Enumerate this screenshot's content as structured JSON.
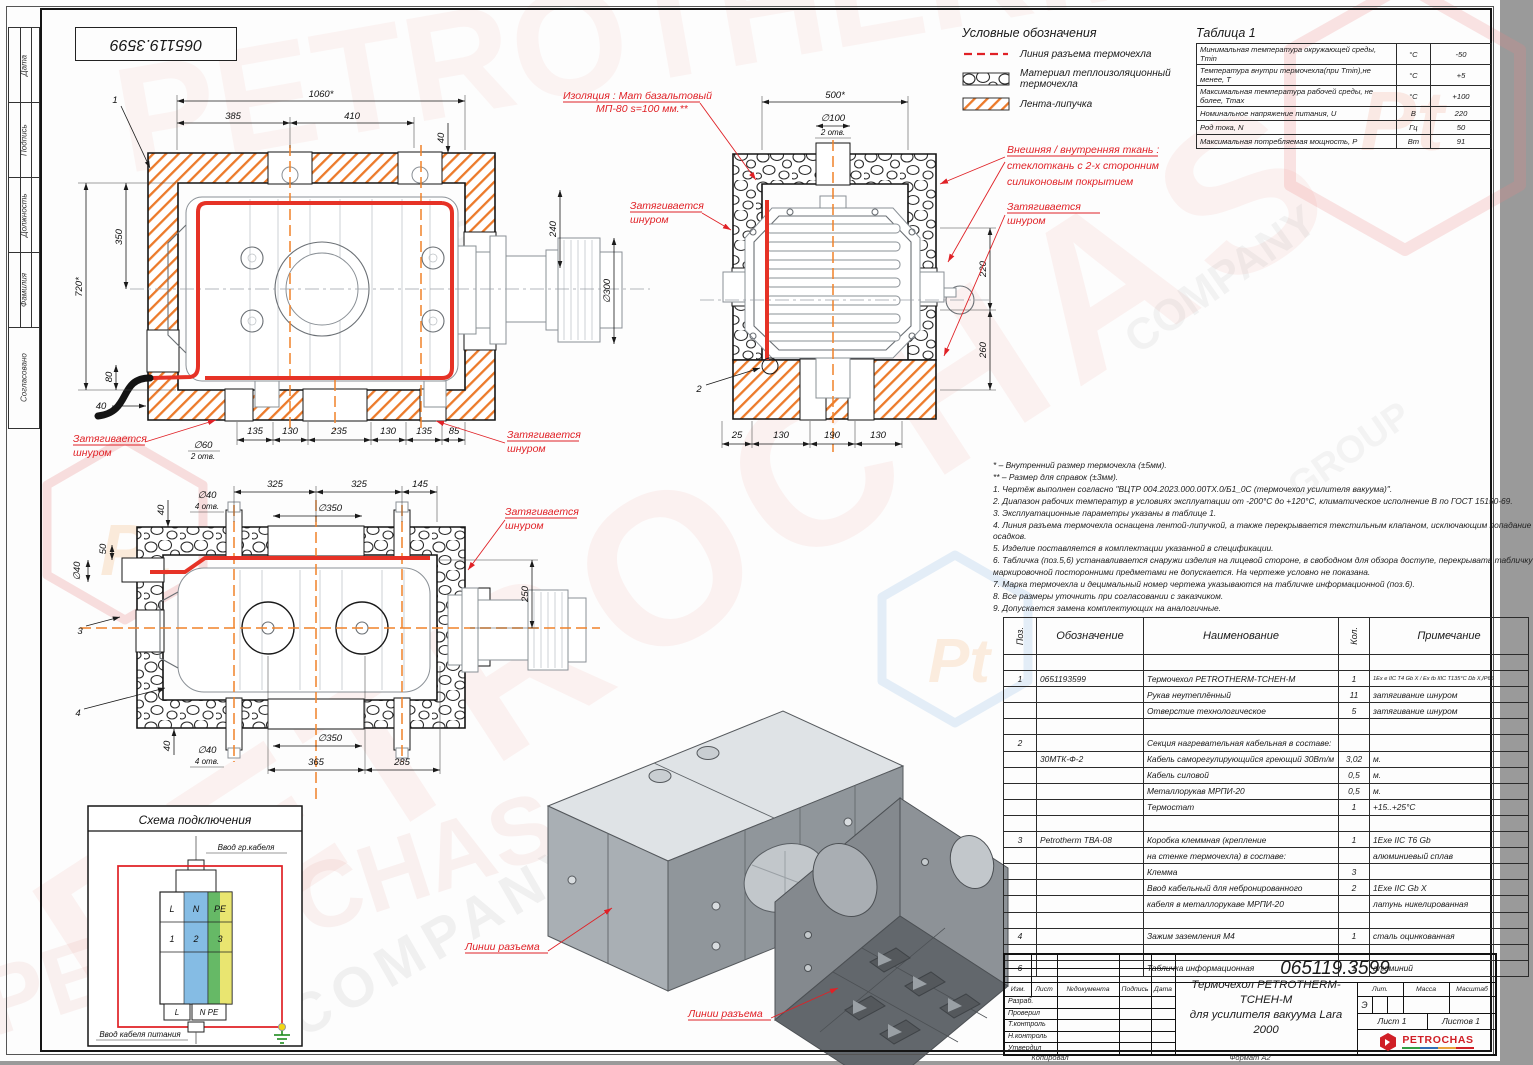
{
  "stamp": {
    "number": "065119.3599"
  },
  "margin": {
    "labels": [
      "Дата",
      "Подпись",
      "Должность",
      "Фамилия",
      "Согласовано"
    ]
  },
  "legend": {
    "title": "Условные обозначения",
    "item1": "Линия разъема термочехла",
    "item2": "Материал теплоизоляционный термочехла",
    "item3": "Лента-липучка"
  },
  "table1": {
    "title": "Таблица 1",
    "rows": [
      {
        "p": "Минимальная температура окружающей среды, Tmin",
        "u": "°С",
        "v": "-50"
      },
      {
        "p": "Температура внутри термочехла(при Tmin),не менее, Т",
        "u": "°С",
        "v": "+5"
      },
      {
        "p": "Максимальная температура рабочей среды, не более, Tmax",
        "u": "°С",
        "v": "+100"
      },
      {
        "p": "Номинальное напряжение питания, U",
        "u": "В",
        "v": "220"
      },
      {
        "p": "Род тока, N",
        "u": "Гц",
        "v": "50"
      },
      {
        "p": "Максимальная потребляемая мощность, Р",
        "u": "Вт",
        "v": "91"
      }
    ]
  },
  "notes": {
    "lines": [
      "* – Внутренний размер термочехла (±5мм).",
      "** – Размер для справок (±3мм).",
      "1. Чертёж выполнен согласно \"ВЦТР 004.2023.000.00ТХ.0/Б1_0С (термочехол усилителя вакуума)\".",
      "2. Диапазон рабочих температур в условиях эксплуатации от -200°С до +120°С, климатическое исполнение В по ГОСТ 15150-69.",
      "3. Эксплуатационные параметры указаны в таблице 1.",
      "4. Линия разъема термочехла оснащена лентой-липучкой, а также перекрывается текстильным клапаном, исключающим попадание",
      "осадков.",
      "5. Изделие поставляется в комплектации указанной в спецификации.",
      "6. Табличка (поз.5,6) устанавливается снаружи изделия на лицевой стороне, в свободном для обзора доступе, перекрывать табличку",
      "маркировочной посторонними предметами не допускается. На чертеже условно не показана.",
      "7. Марка термочехла и децимальный номер чертежа указываются на табличке информационной (поз.6).",
      "8. Все размеры уточнить при согласовании с заказчиком.",
      "9. Допускается замена комплектующих на аналогичные."
    ]
  },
  "dims": {
    "m_1060": "1060*",
    "m_385": "385",
    "m_410": "410",
    "m_40t": "40",
    "m_720": "720*",
    "m_350": "350",
    "m_80": "80",
    "m_40b": "40",
    "m_240": "240",
    "m_d300": "∅300",
    "m_d60": "∅60",
    "m_d60n": "2 отв.",
    "m_b1": "135",
    "m_b2": "130",
    "m_b3": "235",
    "m_b4": "130",
    "m_b5": "135",
    "m_b6": "85",
    "v2_500": "500*",
    "v2_d100": "∅100",
    "v2_d100n": "2 отв.",
    "v2_220": "220",
    "v2_260": "260",
    "v2_b1": "25",
    "v2_b2": "130",
    "v2_b3": "190",
    "v2_b4": "130",
    "v3_40t": "40",
    "v3_d40t": "∅40",
    "v3_4otv": "4 отв.",
    "v3_325a": "325",
    "v3_325b": "325",
    "v3_145": "145",
    "v3_d350t": "∅350",
    "v3_d40l": "∅40",
    "v3_50": "50",
    "v3_250": "250",
    "v3_d350b": "∅350",
    "v3_365": "365",
    "v3_285": "285",
    "v3_d40b": "∅40",
    "v3_4otvb": "4 отв.",
    "v3_40b": "40"
  },
  "leaders": {
    "l1": "1",
    "l2": "2",
    "l3": "3",
    "l4": "4"
  },
  "ann": {
    "iso1": "Изоляция : Мат базальтовый",
    "iso2": "МП-80 s=100 мм.**",
    "fab1": "Внешняя / внутренняя ткань :",
    "fab2": "стеклоткань с 2-х сторонним",
    "fab3": "силиконовым покрытием",
    "tie1": "Затягивается",
    "tie2": "шнуром",
    "part_line": "Линии разъема"
  },
  "schema": {
    "title": "Схема подключения",
    "in_top": "Ввод гр.кабеля",
    "in_bottom": "Ввод кабеля питания",
    "t1": "L",
    "t2": "N",
    "t3": "PE",
    "n1": "1",
    "n2": "2",
    "n3": "3",
    "b1": "L",
    "b2": "N PE"
  },
  "bom": {
    "h": {
      "pos": "Поз.",
      "des": "Обозначение",
      "name": "Наименование",
      "qty": "Кол.",
      "note": "Примечание"
    },
    "rows": [
      [
        "",
        "",
        "",
        "",
        ""
      ],
      [
        "1",
        "0651193599",
        "Термочехол PETROTHERM-TCHEH-M",
        "1",
        "1Ex e IIC T4 Gb X / Ex tb IIIC T135°C Db X,IP66"
      ],
      [
        "",
        "",
        "Рукав неутеплённый",
        "11",
        "затягивание шнуром"
      ],
      [
        "",
        "",
        "Отверстие технологическое",
        "5",
        "затягивание шнуром"
      ],
      [
        "",
        "",
        "",
        "",
        ""
      ],
      [
        "2",
        "",
        "Секция нагревательная кабельная в составе:",
        "",
        ""
      ],
      [
        "",
        "30МТК-Ф-2",
        "Кабель саморегулирующийся греющий 30Вт/м",
        "3,02",
        "м."
      ],
      [
        "",
        "",
        "Кабель силовой",
        "0,5",
        "м."
      ],
      [
        "",
        "",
        "Металлорукав МРПИ-20",
        "0,5",
        "м."
      ],
      [
        "",
        "",
        "Термостат",
        "1",
        "+15..+25°С"
      ],
      [
        "",
        "",
        "",
        "",
        ""
      ],
      [
        "3",
        "Petrotherm ТВА-08",
        "Коробка клеммная (крепление",
        "1",
        "1Exe IIC T6 Gb"
      ],
      [
        "",
        "",
        "на стенке термочехла) в составе:",
        "",
        "алюминиевый сплав"
      ],
      [
        "",
        "",
        "Клемма",
        "3",
        ""
      ],
      [
        "",
        "",
        "Ввод кабельный для небронированного",
        "2",
        "1Exe IIC Gb X"
      ],
      [
        "",
        "",
        "кабеля в металлорукаве МРПИ-20",
        "",
        "латунь никелированная"
      ],
      [
        "",
        "",
        "",
        "",
        ""
      ],
      [
        "4",
        "",
        "Зажим заземления М4",
        "1",
        "сталь оцинкованная"
      ],
      [
        "",
        "",
        "",
        "",
        ""
      ],
      [
        "6",
        "",
        "Табличка информационная",
        "1",
        "алюминий"
      ]
    ]
  },
  "tb": {
    "number": "065119.3599",
    "cols": [
      "Изм.",
      "Лист",
      "№документа",
      "Подпись",
      "Дата"
    ],
    "rows": [
      "Разраб.",
      "Проверил",
      "Т.контроль",
      "Н.контроль",
      "Утвердил"
    ],
    "title1": "Термочехол PETROTHERM-TCHEH-M",
    "title2": "для усилителя вакуума Lara 2000",
    "lit": "Лит.",
    "mass": "Масса",
    "scale": "Масштаб",
    "lit_v": "Э",
    "sheet": "Лист 1",
    "sheets": "Листов 1",
    "logo": "PETROCHAS",
    "copied": "Копировал",
    "format": "Формат А2"
  },
  "wm": {
    "pt": "Pt"
  }
}
